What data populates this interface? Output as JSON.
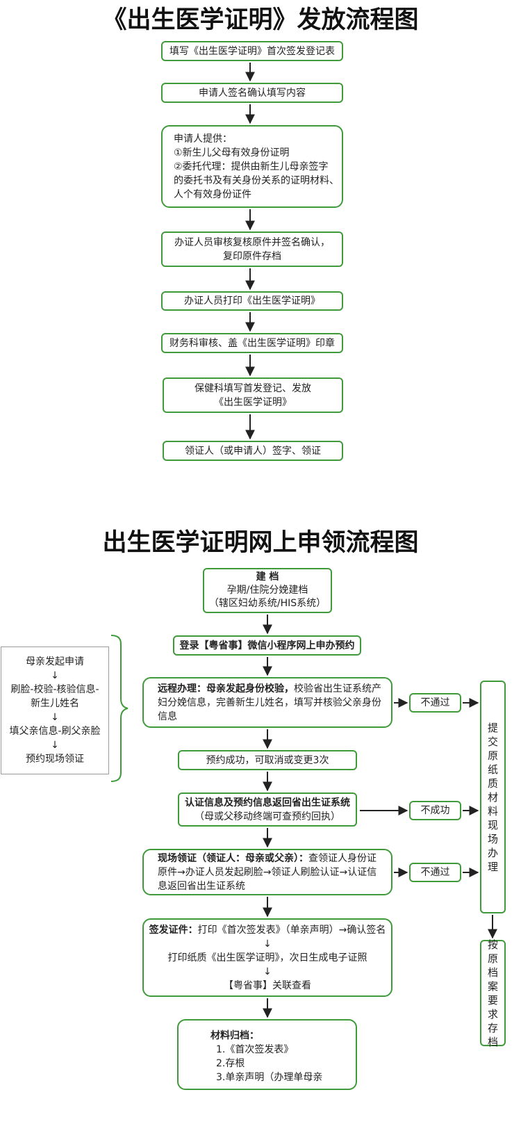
{
  "colors": {
    "border": "#3f9a3a",
    "arrow": "#222222",
    "gray_border": "#9a9a9a"
  },
  "titles": {
    "offline": "《出生医学证明》发放流程图",
    "online": "出生医学证明网上申领流程图"
  },
  "offline_flow": {
    "step1": "填写《出生医学证明》首次签发登记表",
    "step2": "申请人签名确认填写内容",
    "step3": [
      "申请人提供：",
      "①新生儿父母有效身份证明",
      "②委托代理：提供由新生儿母亲签字",
      "的委托书及有关身份关系的证明材料、",
      "人个有效身份证件"
    ],
    "step4": [
      "办证人员审核复核原件并签名确认，",
      "复印原件存档"
    ],
    "step5": "办证人员打印《出生医学证明》",
    "step6": "财务科审核、盖《出生医学证明》印章",
    "step7": [
      "保健科填写首发登记、发放",
      "《出生医学证明》"
    ],
    "step8": "领证人（或申请人）签字、领证"
  },
  "online_flow": {
    "jiandang": {
      "title": "建  档",
      "line1": "孕期/住院分娩建档",
      "line2": "（辖区妇幼系统/HIS系统）"
    },
    "login": "登录【粤省事】微信小程序网上申办预约",
    "remote": {
      "bold": "远程办理：母亲发起身份校验，",
      "text1": "校验省出生证系统产",
      "line2": "妇分娩信息，完善新生儿姓名，填写并核验父亲身份",
      "line3": "信息"
    },
    "booked": "预约成功，可取消或变更3次",
    "verify": {
      "bold": "认证信息及预约信息返回省出生证系统",
      "line2": "（母或父移动终端可查预约回执）"
    },
    "onsite": {
      "bold": "现场领证（领证人：母亲或父亲）：",
      "text1": "查领证人身份证",
      "line2": "原件→办证人员发起刷脸→领证人刷脸认证→认证信",
      "line3": "息返回省出生证系统"
    },
    "issue": {
      "bold": "签发证件：",
      "text1": "打印《首次签发表》（单亲声明）→确认签名",
      "arrow1": "↓",
      "line2": "打印纸质《出生医学证明》，次日生成电子证照",
      "arrow2": "↓",
      "line3": "【粤省事】关联查看"
    },
    "archive": {
      "title": "材料归档：",
      "item1": "1.《首次签发表》",
      "item2": "2.存根",
      "item3": "3.单亲声明（办理单母亲"
    },
    "side_steps": [
      "母亲发起申请",
      "↓",
      "刷脸-校验-核验信息-",
      "新生儿姓名",
      "↓",
      "填父亲信息-刷父亲脸",
      "↓",
      "预约现场领证"
    ],
    "fail1": "不通过",
    "fail2": "不成功",
    "fail3": "不通过",
    "paper": [
      "提",
      "交",
      "原",
      "纸",
      "质",
      "材",
      "料",
      "现",
      "场",
      "办",
      "理"
    ],
    "archive_req": [
      "按",
      "原",
      "档",
      "案",
      "要",
      "求",
      "存",
      "档"
    ]
  }
}
